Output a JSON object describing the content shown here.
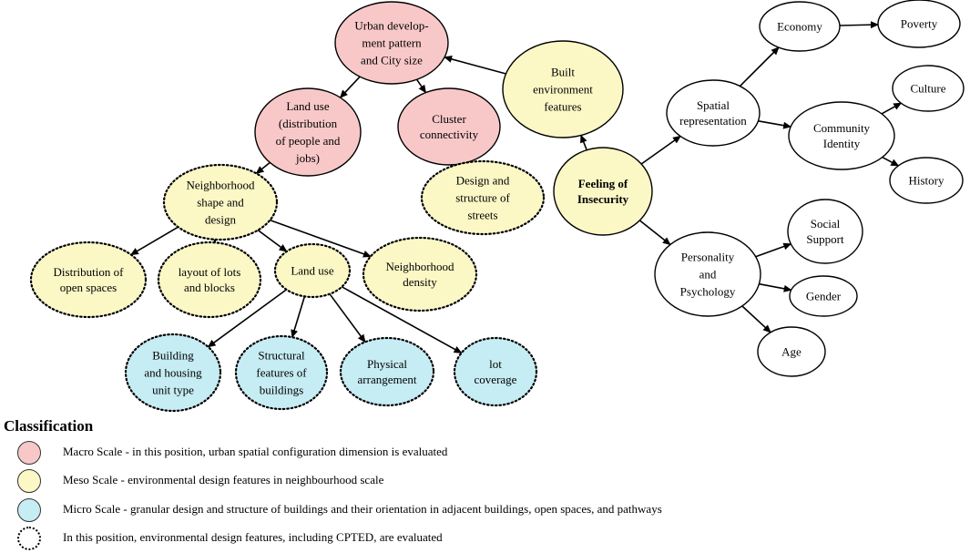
{
  "colors": {
    "macro": "#f8c8c8",
    "meso": "#fbf8c6",
    "micro": "#c6ecf4",
    "white": "#ffffff",
    "stroke": "#000000"
  },
  "nodes": {
    "urban": {
      "lines": [
        "Urban develop-",
        "ment pattern",
        "and City size"
      ],
      "fill": "macro",
      "border": "solid",
      "bold": false
    },
    "landuse_macro": {
      "lines": [
        "Land use",
        "(distribution",
        "of people and",
        "jobs)"
      ],
      "fill": "macro",
      "border": "solid",
      "bold": false
    },
    "cluster": {
      "lines": [
        "Cluster",
        "connectivity"
      ],
      "fill": "macro",
      "border": "solid",
      "bold": false
    },
    "built": {
      "lines": [
        "Built",
        "environment",
        "features"
      ],
      "fill": "meso",
      "border": "solid",
      "bold": false
    },
    "feeling": {
      "lines": [
        "Feeling of",
        "Insecurity"
      ],
      "fill": "meso",
      "border": "solid",
      "bold": true
    },
    "neigh_shape": {
      "lines": [
        "Neighborhood",
        "shape and",
        "design"
      ],
      "fill": "meso",
      "border": "dotted",
      "bold": false
    },
    "design_streets": {
      "lines": [
        "Design and",
        "structure of",
        "streets"
      ],
      "fill": "meso",
      "border": "dotted",
      "bold": false
    },
    "dist_open": {
      "lines": [
        "Distribution of",
        "open spaces"
      ],
      "fill": "meso",
      "border": "dotted",
      "bold": false
    },
    "layout_lots": {
      "lines": [
        "layout of lots",
        "and blocks"
      ],
      "fill": "meso",
      "border": "dotted",
      "bold": false
    },
    "landuse_meso": {
      "lines": [
        "Land use"
      ],
      "fill": "meso",
      "border": "dotted",
      "bold": false
    },
    "neigh_density": {
      "lines": [
        "Neighborhood",
        "density"
      ],
      "fill": "meso",
      "border": "dotted",
      "bold": false
    },
    "building_housing": {
      "lines": [
        "Building",
        "and housing",
        "unit type"
      ],
      "fill": "micro",
      "border": "dotted",
      "bold": false
    },
    "structural": {
      "lines": [
        "Structural",
        "features of",
        "buildings"
      ],
      "fill": "micro",
      "border": "dotted",
      "bold": false
    },
    "physical": {
      "lines": [
        "Physical",
        "arrangement"
      ],
      "fill": "micro",
      "border": "dotted",
      "bold": false
    },
    "lot_coverage": {
      "lines": [
        "lot",
        "coverage"
      ],
      "fill": "micro",
      "border": "dotted",
      "bold": false
    },
    "spatial": {
      "lines": [
        "Spatial",
        "representation"
      ],
      "fill": "white",
      "border": "solid",
      "bold": false
    },
    "economy": {
      "lines": [
        "Economy"
      ],
      "fill": "white",
      "border": "solid",
      "bold": false
    },
    "poverty": {
      "lines": [
        "Poverty"
      ],
      "fill": "white",
      "border": "solid",
      "bold": false
    },
    "community": {
      "lines": [
        "Community",
        "Identity"
      ],
      "fill": "white",
      "border": "solid",
      "bold": false
    },
    "culture": {
      "lines": [
        "Culture"
      ],
      "fill": "white",
      "border": "solid",
      "bold": false
    },
    "history": {
      "lines": [
        "History"
      ],
      "fill": "white",
      "border": "solid",
      "bold": false
    },
    "personality": {
      "lines": [
        "Personality",
        "and",
        "Psychology"
      ],
      "fill": "white",
      "border": "solid",
      "bold": false
    },
    "social": {
      "lines": [
        "Social",
        "Support"
      ],
      "fill": "white",
      "border": "solid",
      "bold": false
    },
    "gender": {
      "lines": [
        "Gender"
      ],
      "fill": "white",
      "border": "solid",
      "bold": false
    },
    "age": {
      "lines": [
        "Age"
      ],
      "fill": "white",
      "border": "solid",
      "bold": false
    }
  },
  "edges": [
    [
      "built",
      "urban"
    ],
    [
      "urban",
      "landuse_macro"
    ],
    [
      "urban",
      "cluster"
    ],
    [
      "landuse_macro",
      "neigh_shape"
    ],
    [
      "cluster",
      "design_streets"
    ],
    [
      "neigh_shape",
      "dist_open"
    ],
    [
      "neigh_shape",
      "layout_lots"
    ],
    [
      "neigh_shape",
      "landuse_meso"
    ],
    [
      "neigh_shape",
      "neigh_density"
    ],
    [
      "landuse_meso",
      "building_housing"
    ],
    [
      "landuse_meso",
      "structural"
    ],
    [
      "landuse_meso",
      "physical"
    ],
    [
      "landuse_meso",
      "lot_coverage"
    ],
    [
      "feeling",
      "built"
    ],
    [
      "feeling",
      "spatial"
    ],
    [
      "feeling",
      "personality"
    ],
    [
      "spatial",
      "economy"
    ],
    [
      "spatial",
      "community"
    ],
    [
      "economy",
      "poverty"
    ],
    [
      "community",
      "culture"
    ],
    [
      "community",
      "history"
    ],
    [
      "personality",
      "social"
    ],
    [
      "personality",
      "gender"
    ],
    [
      "personality",
      "age"
    ]
  ],
  "legend": {
    "title": "Classification",
    "items": [
      {
        "swatch": "macro",
        "text": "Macro Scale - in this position, urban spatial configuration dimension is evaluated"
      },
      {
        "swatch": "meso",
        "text": "Meso Scale - environmental design features in neighbourhood scale"
      },
      {
        "swatch": "micro",
        "text": "Micro Scale - granular design and structure of buildings and their orientation  in adjacent buildings, open spaces, and pathways"
      },
      {
        "swatch": "dotted",
        "text": "In this position, environmental design features, including CPTED, are evaluated"
      }
    ]
  }
}
